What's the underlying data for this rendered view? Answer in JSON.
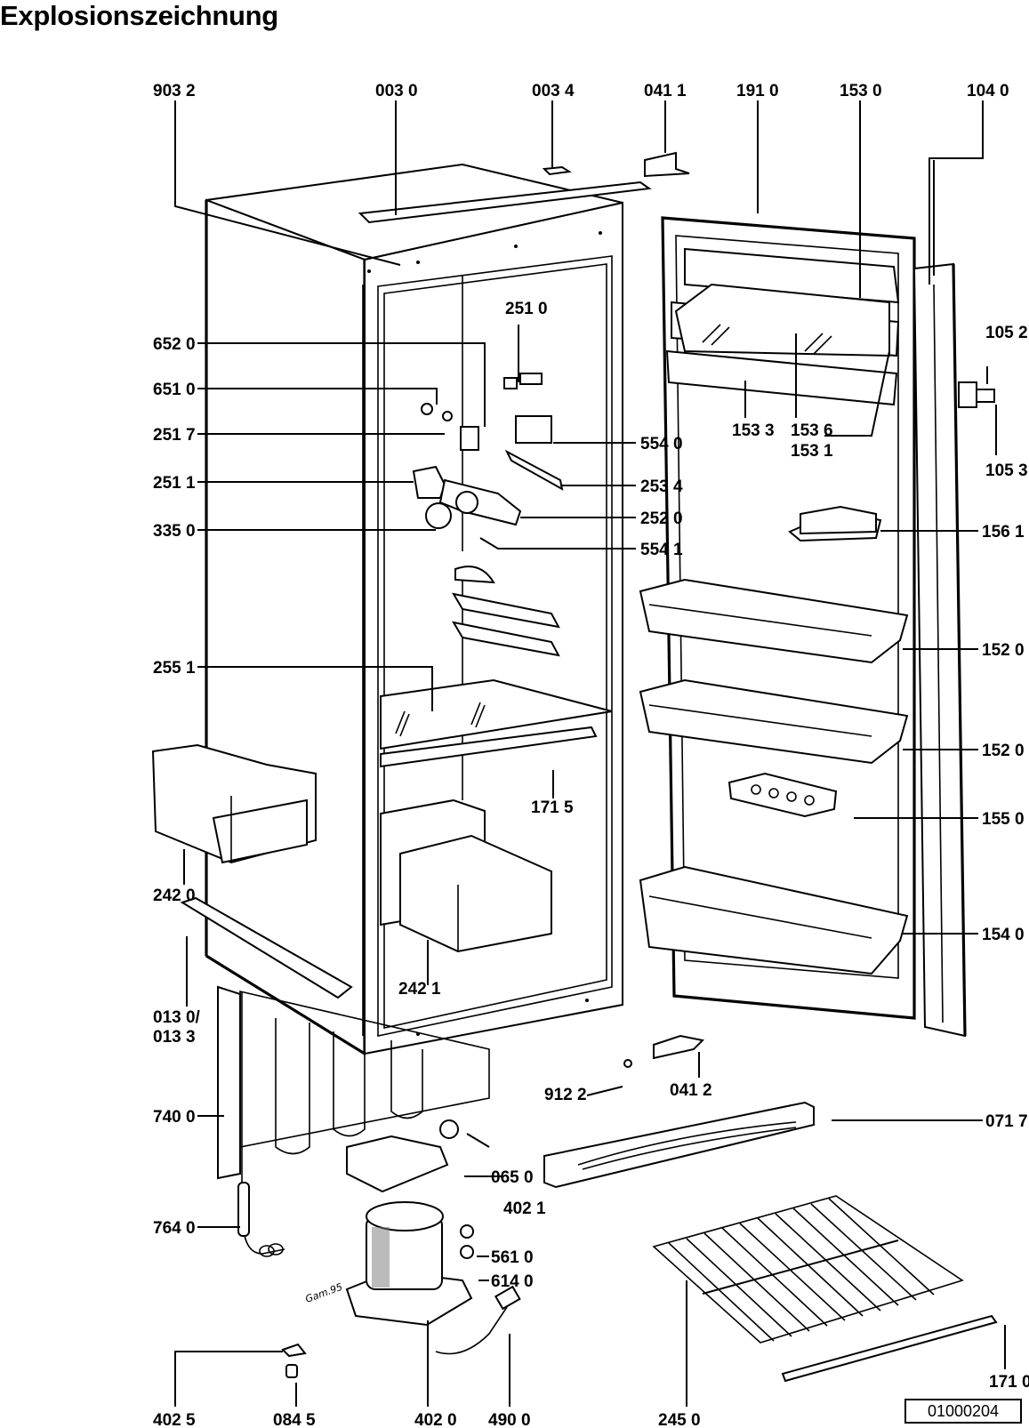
{
  "title": "Explosionszeichnung",
  "document_number": "01000204",
  "handwritten_note": "Gam.95",
  "labels": {
    "p9032": "903 2",
    "p0030": "003 0",
    "p0034": "003 4",
    "p0411": "041 1",
    "p1910": "191 0",
    "p1530": "153 0",
    "p1040": "104 0",
    "p6520": "652 0",
    "p6510": "651 0",
    "p2517": "251 7",
    "p2511": "251 1",
    "p3350": "335 0",
    "p2510": "251 0",
    "p5540": "554 0",
    "p2534": "253 4",
    "p2520": "252 0",
    "p5541": "554 1",
    "p1533": "153 3",
    "p1536": "153 6",
    "p1531": "153 1",
    "p1052": "105 2",
    "p1053": "105 3",
    "p1561": "156 1",
    "p1520a": "152 0",
    "p1520b": "152 0",
    "p1550": "155 0",
    "p1540": "154 0",
    "p2551": "255 1",
    "p1715": "171 5",
    "p2420": "242 0",
    "p2421": "242 1",
    "p0130": "013 0/",
    "p0133": "013 3",
    "p7400": "740 0",
    "p7640": "764 0",
    "p9122": "912 2",
    "p0412": "041 2",
    "p0717": "071 7",
    "p0650": "065 0",
    "p4021": "402 1",
    "p5610": "561 0",
    "p6140": "614 0",
    "p4025": "402 5",
    "p0845": "084 5",
    "p4020": "402 0",
    "p4900": "490 0",
    "p2450": "245 0",
    "p1710": "171 0"
  }
}
